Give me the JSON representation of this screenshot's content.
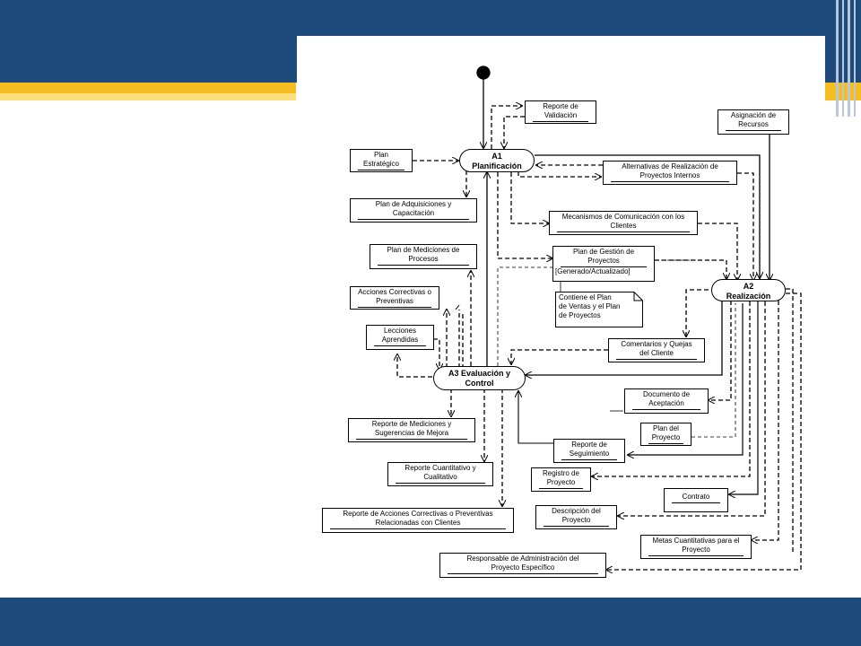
{
  "slide": {
    "colors": {
      "band": "#1f4a7c",
      "gold": "#f5bd1f",
      "gold_light": "#fbe07a",
      "stripes": "#b8c8dc"
    }
  },
  "diagram": {
    "activities": {
      "a1": {
        "code": "A1",
        "name": "Planificación"
      },
      "a2": {
        "code": "A2",
        "name": "Realización"
      },
      "a3": {
        "line1": "A3 Evaluación y",
        "line2": "Control"
      }
    },
    "products": {
      "reporte_validacion": {
        "l1": "Reporte de",
        "l2": "Validación"
      },
      "plan_estrategico": {
        "l1": "Plan",
        "l2": "Estratégico"
      },
      "alternativas": {
        "l1": "Alternativas de Realización de",
        "l2": "Proyectos Internos"
      },
      "asignacion_recursos": {
        "l1": "Asignación de",
        "l2": "Recursos"
      },
      "plan_adquisiciones": {
        "l1": "Plan de Adquisiciones y",
        "l2": "Capacitación"
      },
      "mecanismos": {
        "l1": "Mecanismos de Comunicación con los",
        "l2": "Clientes"
      },
      "plan_mediciones": {
        "l1": "Plan de Mediciones de",
        "l2": "Procesos"
      },
      "plan_gestion": {
        "l1": "Plan de Gestión de",
        "l2": "Proyectos",
        "l3": "[Generado/Actualizado]"
      },
      "acciones_correctivas": {
        "l1": "Acciones Correctivas o",
        "l2": "Preventivas"
      },
      "nota": {
        "l1": "Contiene el Plan",
        "l2": "de Ventas y el Plan",
        "l3": "de Proyectos"
      },
      "lecciones": {
        "l1": "Lecciones",
        "l2": "Aprendidas"
      },
      "comentarios": {
        "l1": "Comentarios y Quejas",
        "l2": "del Cliente"
      },
      "documento_aceptacion": {
        "l1": "Documento de",
        "l2": "Aceptación"
      },
      "reporte_mediciones": {
        "l1": "Reporte de Mediciones y",
        "l2": "Sugerencias de Mejora"
      },
      "plan_proyecto": {
        "l1": "Plan del",
        "l2": "Proyecto"
      },
      "reporte_seguimiento": {
        "l1": "Reporte de",
        "l2": "Seguimiento"
      },
      "reporte_cuantitativo": {
        "l1": "Reporte Cuantitativo y",
        "l2": "Cualitativo"
      },
      "registro_proyecto": {
        "l1": "Registro de",
        "l2": "Proyecto"
      },
      "contrato": {
        "l1": "Contrato"
      },
      "reporte_acciones": {
        "l1": "Reporte de Acciones Correctivas o Preventivas",
        "l2": "Relacionadas con Clientes"
      },
      "descripcion_proyecto": {
        "l1": "Descripción del",
        "l2": "Proyecto"
      },
      "metas": {
        "l1": "Metas Cuantitativas para el",
        "l2": "Proyecto"
      },
      "responsable": {
        "l1": "Responsable de Administración del",
        "l2": "Proyecto Específico"
      }
    }
  }
}
